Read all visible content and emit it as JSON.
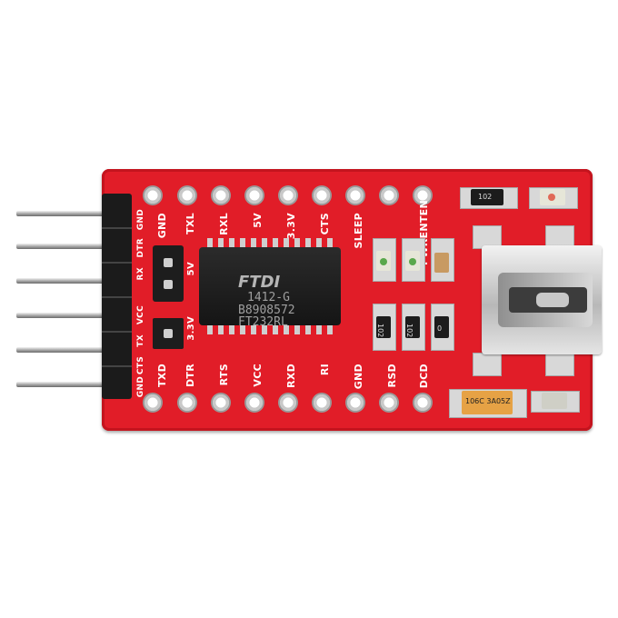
{
  "board": {
    "top_labels": [
      "GND",
      "TXL",
      "RXL",
      "5V",
      "3.3V",
      "CTS",
      "SLEEP",
      "PWRENTEN"
    ],
    "bottom_labels": [
      "TXD",
      "DTR",
      "RTS",
      "VCC",
      "RXD",
      "RI",
      "GND",
      "RSD",
      "DCD"
    ],
    "header_labels": [
      "GND",
      "DTR",
      "RX",
      "VCC",
      "TX",
      "CTS",
      "GND"
    ],
    "jumper_labels": [
      "5V",
      "3.3V"
    ]
  },
  "chip": {
    "logo": "FTDI",
    "line1": "1412-G",
    "line2": "B8908572",
    "line3": "FT232RL"
  },
  "components": {
    "top_resistor": "102",
    "res_a": "102",
    "res_b": "102",
    "res_c": "0",
    "capacitor": "106C 3A05Z"
  }
}
